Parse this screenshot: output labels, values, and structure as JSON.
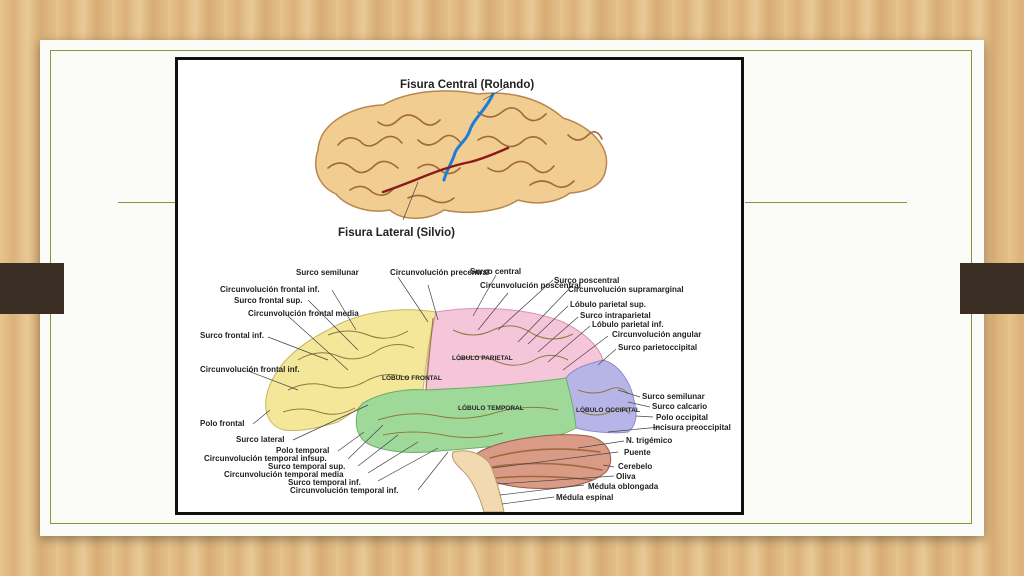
{
  "top_brain": {
    "central_fissure_label": "Fisura Central (Rolando)",
    "lateral_fissure_label": "Fisura Lateral (Silvio)"
  },
  "lobes": {
    "frontal": "LÓBULO FRONTAL",
    "parietal": "LÓBULO PARIETAL",
    "temporal": "LÓBULO TEMPORAL",
    "occipital": "LÓBULO OCCIPITAL"
  },
  "labels_left": [
    "Circunvolución frontal inf.",
    "Surco frontal sup.",
    "Circunvolución frontal media",
    "Surco frontal inf.",
    "Circunvolución frontal inf.",
    "Polo frontal",
    "Surco lateral",
    "Polo temporal",
    "Circunvolución temporal infsup.",
    "Surco temporal sup.",
    "Circunvolución temporal media",
    "Surco temporal inf.",
    "Circunvolución temporal inf."
  ],
  "labels_top": [
    "Surco semilunar",
    "Circunvolución precentral",
    "Surco central",
    "Circunvolución poscentral",
    "Surco poscentral",
    "Circunvolución supramarginal"
  ],
  "labels_right": [
    "Lóbulo parietal sup.",
    "Surco intraparietal",
    "Lóbulo parietal inf.",
    "Circunvolución angular",
    "Surco parietoccipital",
    "Surco semilunar",
    "Surco calcario",
    "Polo occipital",
    "Incisura preoccipital",
    "N. trigémico",
    "Puente",
    "Cerebelo",
    "Oliva",
    "Médula oblongada",
    "Médula espinal"
  ],
  "colors": {
    "frontal": "#f5e79a",
    "parietal": "#f5c6da",
    "temporal": "#9fd99a",
    "occipital": "#b7b5e8",
    "cerebellum": "#d99a86",
    "top_brain": "#f2cd92",
    "central_fissure": "#1b7fd6",
    "lateral_fissure": "#8b1a1a",
    "slide_border": "#7f9a3c",
    "tab": "#3b2e24"
  }
}
